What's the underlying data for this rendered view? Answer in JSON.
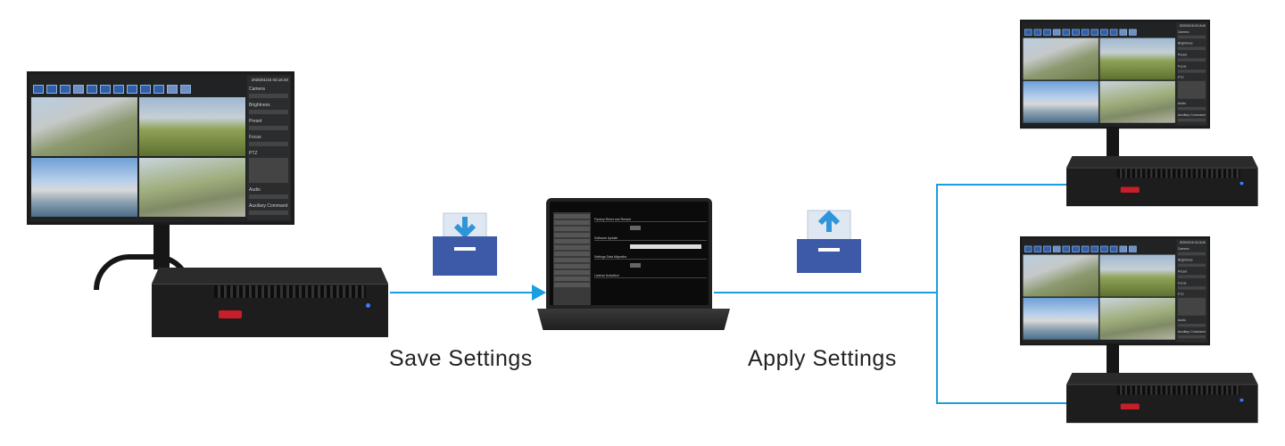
{
  "monitor_ui": {
    "datetime": "2025/01/16 03:16:40",
    "panel_labels": [
      "Camera",
      "Brightness",
      "Preset",
      "Focus",
      "PTZ",
      "Audio",
      "Auxiliary Command"
    ]
  },
  "laptop_ui": {
    "sections": [
      "Factory Reset and Restart",
      "Software Update",
      "Settings Data Migration",
      "License Activation"
    ]
  },
  "flow": {
    "save_label": "Save Settings",
    "apply_label": "Apply Settings",
    "save_icon": "tray-download-icon",
    "apply_icon": "tray-upload-icon"
  },
  "colors": {
    "arrow": "#1a9ee0",
    "tray": "#3d5aa8",
    "box_logo": "#c81e2a"
  }
}
